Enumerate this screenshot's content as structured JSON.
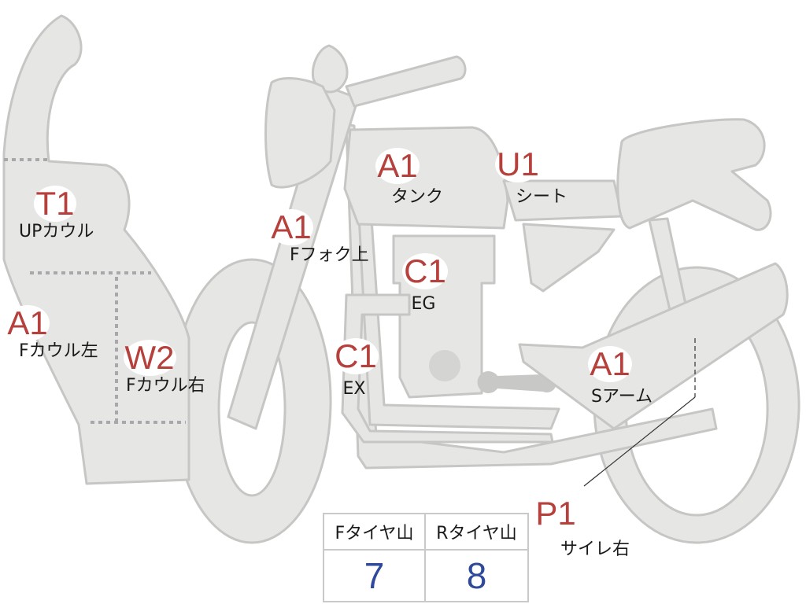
{
  "colors": {
    "body_fill": "#e6e6e4",
    "body_stroke": "#c6c6c4",
    "code_red": "#b5403c",
    "number_blue": "#2f4a9a",
    "dotted_gray": "#a8a8ac"
  },
  "labels": [
    {
      "id": "up-cowl",
      "code": "T1",
      "part": "UPカウル"
    },
    {
      "id": "f-cowl-left",
      "code": "A1",
      "part": "Fカウル左"
    },
    {
      "id": "f-cowl-right",
      "code": "W2",
      "part": "Fカウル右"
    },
    {
      "id": "f-fork-top",
      "code": "A1",
      "part": "Fフォク上"
    },
    {
      "id": "tank",
      "code": "A1",
      "part": "タンク"
    },
    {
      "id": "seat",
      "code": "U1",
      "part": "シート"
    },
    {
      "id": "engine",
      "code": "C1",
      "part": "EG"
    },
    {
      "id": "exhaust",
      "code": "C1",
      "part": "EX"
    },
    {
      "id": "swing-arm",
      "code": "A1",
      "part": "Sアーム"
    },
    {
      "id": "silencer-r",
      "code": "P1",
      "part": "サイレ右"
    }
  ],
  "tire_tread": {
    "front_header": "Fタイヤ山",
    "rear_header": "Rタイヤ山",
    "front_value": "7",
    "rear_value": "8"
  }
}
